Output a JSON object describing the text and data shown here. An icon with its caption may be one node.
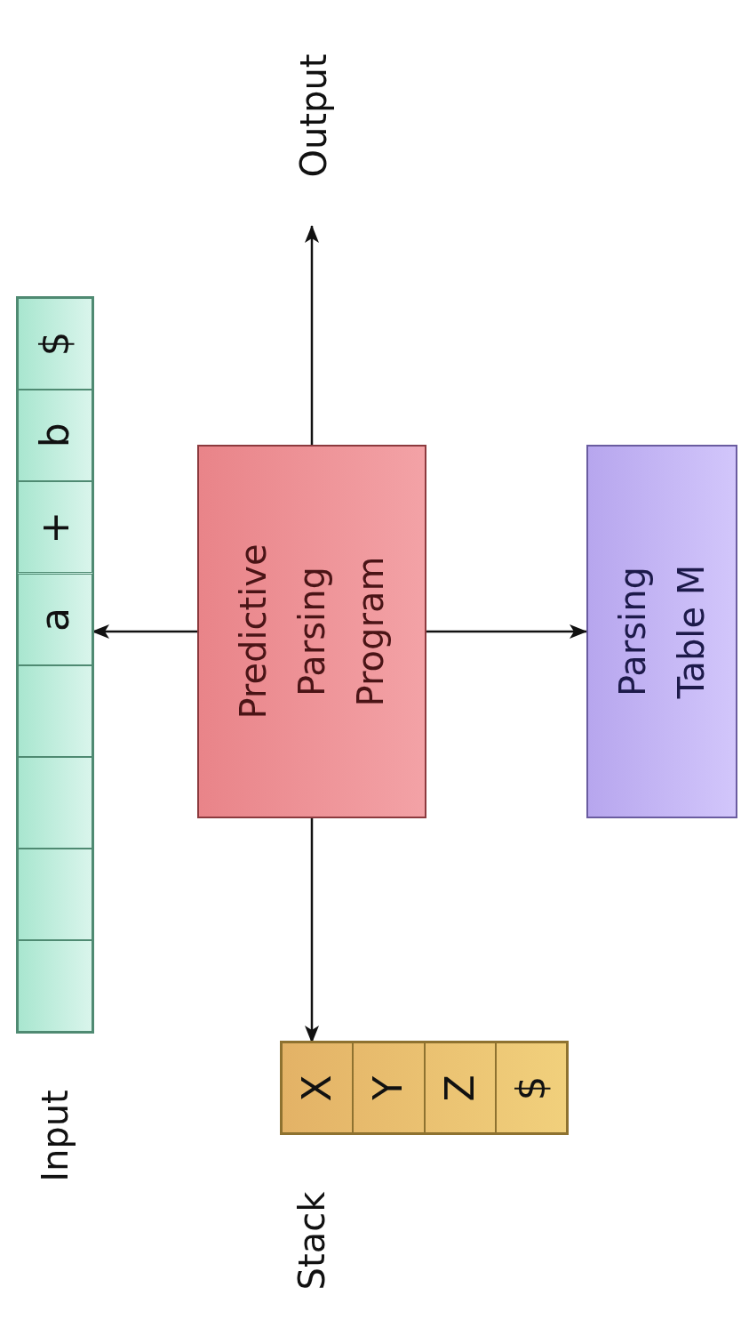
{
  "diagram": {
    "nodes": [
      {
        "text": [
          "Output"
        ]
      },
      {
        "text": [],
        "shape": "box",
        "beside": [
          "Input"
        ]
      },
      {
        "text": [],
        "shape": "box",
        "in": 1
      },
      {
        "text": [],
        "shape": "box",
        "in": 1
      },
      {
        "text": [],
        "shape": "box",
        "in": 1
      },
      {
        "text": [],
        "shape": "box",
        "in": 1
      },
      {
        "text": [
          "a"
        ],
        "in": 1
      },
      {
        "text": [
          "+"
        ],
        "in": 1
      },
      {
        "text": [
          "b"
        ],
        "in": 1
      },
      {
        "text": [
          "$"
        ],
        "in": 1
      },
      {
        "text": [
          "Predictive Parsing Program"
        ]
      },
      {
        "text": [
          "Parsing Table M"
        ]
      },
      {
        "text": [],
        "shape": "box",
        "beside": [
          "Stack"
        ]
      },
      {
        "text": [
          "X"
        ],
        "in": 12
      },
      {
        "text": [
          "Y"
        ],
        "in": 12
      },
      {
        "text": [
          "Z"
        ],
        "in": 12
      },
      {
        "text": [
          "$"
        ],
        "in": 12
      }
    ],
    "edges": [
      {
        "from": 10,
        "to": 6,
        "arrow": "to"
      },
      {
        "from": 10,
        "to": 11,
        "arrow": "to"
      },
      {
        "from": 10,
        "to": 13,
        "arrow": "to"
      },
      {
        "from": 10,
        "to": 0,
        "arrow": "to"
      }
    ]
  }
}
